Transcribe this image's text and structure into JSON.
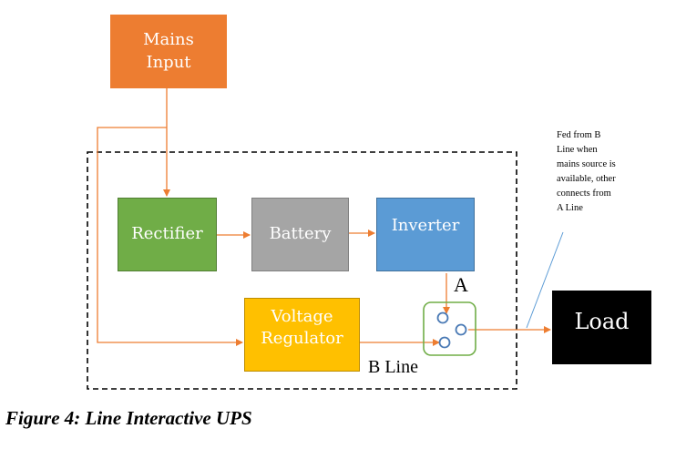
{
  "blocks": {
    "mains": "Mains\nInput",
    "rectifier": "Rectifier",
    "battery": "Battery",
    "inverter": "Inverter",
    "regulator": "Voltage\nRegulator",
    "load": "Load"
  },
  "labels": {
    "a": "A",
    "b_line": "B Line",
    "note": "Fed from B\nLine when\nmains source is\navailable, other\nconnects from\nA Line"
  },
  "caption": "Figure 4: Line Interactive UPS",
  "colors": {
    "mains": "#ed7d31",
    "rectifier": "#70ad47",
    "battery": "#a5a5a5",
    "inverter": "#5b9bd5",
    "regulator": "#ffc000",
    "load": "#000000",
    "arrow": "#ed7d31",
    "switch_border": "#70ad47",
    "switch_contacts": "#4a7ab5",
    "callout_line": "#5b9bd5"
  }
}
